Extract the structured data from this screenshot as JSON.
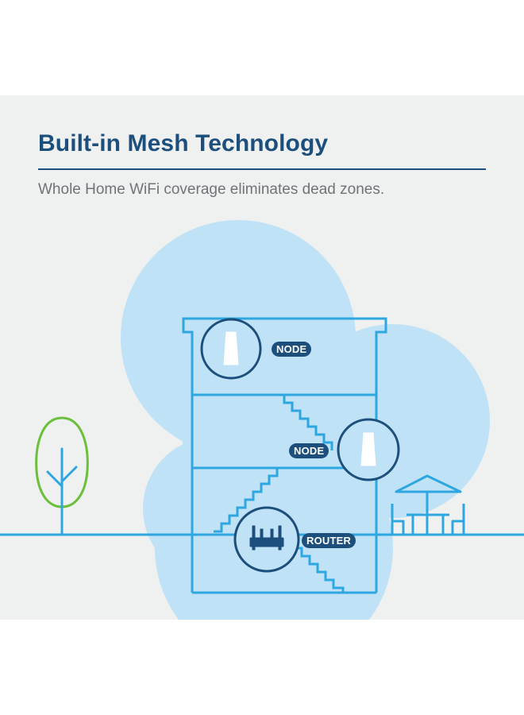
{
  "heading": "Built-in Mesh Technology",
  "subheading": "Whole Home WiFi coverage eliminates dead zones.",
  "devices": {
    "top_node": "NODE",
    "middle_node": "NODE",
    "router": "ROUTER"
  },
  "colors": {
    "brand_navy": "#1d4f7c",
    "house_outline": "#2ea7e0",
    "coverage_bubble": "#bfe2f6",
    "tree_outline": "#6bbf3b",
    "background": "#eff0f0"
  }
}
